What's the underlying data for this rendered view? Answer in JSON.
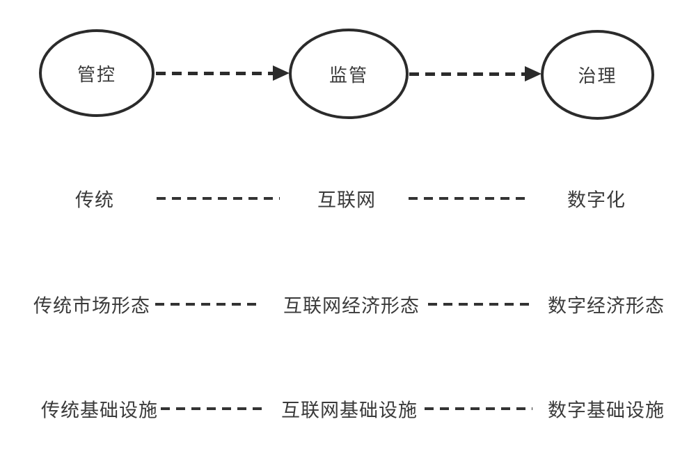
{
  "diagram": {
    "title_none": "",
    "nodes": [
      {
        "id": "control",
        "label": "管控"
      },
      {
        "id": "supervision",
        "label": "监管"
      },
      {
        "id": "governance",
        "label": "治理"
      }
    ],
    "connectors": [
      {
        "from": "管控",
        "to": "监管",
        "style": "dashed-arrow-right"
      },
      {
        "from": "监管",
        "to": "治理",
        "style": "dashed-arrow-right"
      }
    ],
    "rows": [
      {
        "items": [
          "传统",
          "互联网",
          "数字化"
        ],
        "separator_style": "dashed-line"
      },
      {
        "items": [
          "传统市场形态",
          "互联网经济形态",
          "数字经济形态"
        ],
        "separator_style": "dashed-line"
      },
      {
        "items": [
          "传统基础设施",
          "互联网基础设施",
          "数字基础设施"
        ],
        "separator_style": "dashed-line"
      }
    ],
    "colors": {
      "background": "#ffffff",
      "stroke": "#2b2b2b",
      "text": "#3a3a3a"
    }
  }
}
